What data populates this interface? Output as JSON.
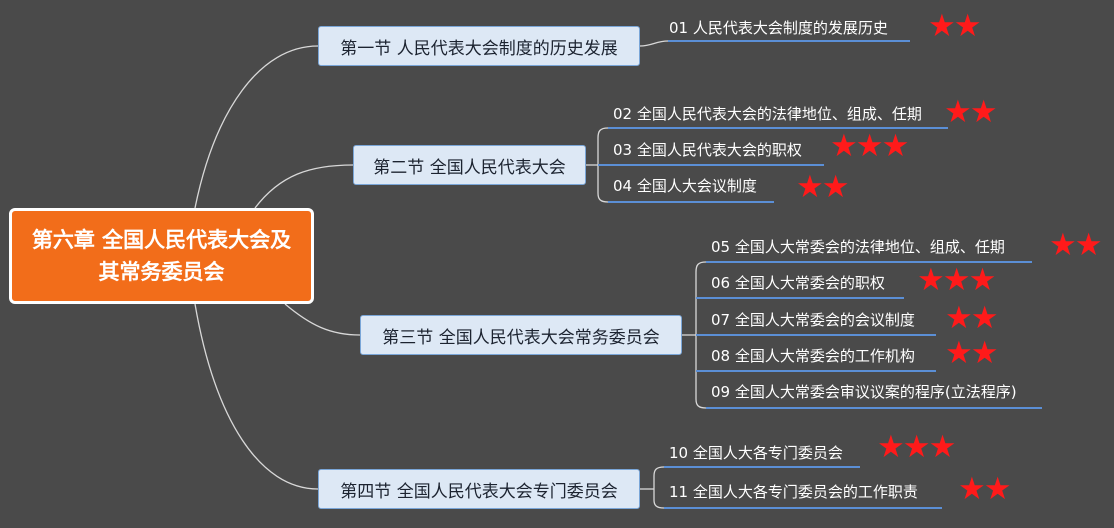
{
  "root": {
    "title": "第六章 全国人民代表大会及其常务委员会"
  },
  "sections": [
    {
      "label": "第一节 人民代表大会制度的历史发展",
      "items": [
        {
          "label": "01 人民代表大会制度的发展历史",
          "stars": "★★"
        }
      ]
    },
    {
      "label": "第二节 全国人民代表大会",
      "items": [
        {
          "label": "02 全国人民代表大会的法律地位、组成、任期",
          "stars": "★★"
        },
        {
          "label": "03 全国人民代表大会的职权",
          "stars": "★★★"
        },
        {
          "label": "04 全国人大会议制度",
          "stars": "★★"
        }
      ]
    },
    {
      "label": "第三节 全国人民代表大会常务委员会",
      "items": [
        {
          "label": "05 全国人大常委会的法律地位、组成、任期",
          "stars": "★★"
        },
        {
          "label": "06 全国人大常委会的职权",
          "stars": "★★★"
        },
        {
          "label": "07 全国人大常委会的会议制度",
          "stars": "★★"
        },
        {
          "label": "08 全国人大常委会的工作机构",
          "stars": "★★"
        },
        {
          "label": "09 全国人大常委会审议议案的程序(立法程序)",
          "stars": ""
        }
      ]
    },
    {
      "label": "第四节 全国人民代表大会专门委员会",
      "items": [
        {
          "label": "10 全国人大各专门委员会",
          "stars": "★★★"
        },
        {
          "label": "11 全国人大各专门委员会的工作职责",
          "stars": "★★"
        }
      ]
    }
  ],
  "colors": {
    "background": "#4a4a4a",
    "root_fill": "#f26d1a",
    "section_fill": "#dde8f5",
    "section_border": "#7aa6d8",
    "item_underline": "#5b8fd6",
    "star": "#ff1a1a",
    "connector": "#d8d8d8"
  }
}
